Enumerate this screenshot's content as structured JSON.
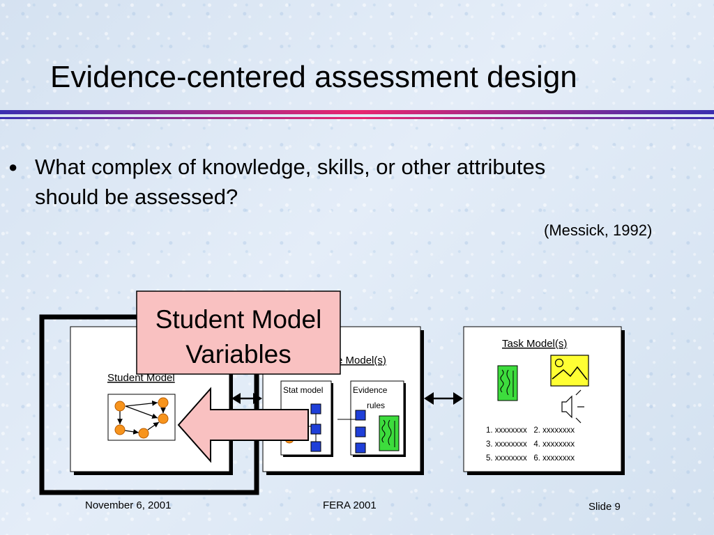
{
  "slide": {
    "title": "Evidence-centered assessment design",
    "bullet": "What complex of knowledge, skills, or other attributes should be assessed?",
    "citation": "(Messick, 1992)"
  },
  "diagram": {
    "student_model_title": "Student Model",
    "evidence_model_title": "Evidence Model(s)",
    "evidence_model_visible": "e Model(s)",
    "stat_model_label": "Stat model",
    "evidence_rules_line1": "Evidence",
    "evidence_rules_line2": "rules",
    "task_model_title": "Task Model(s)",
    "task_list": [
      "1. xxxxxxxx   2. xxxxxxxx",
      "3. xxxxxxxx   4. xxxxxxxx",
      "5. xxxxxxxx   6. xxxxxxxx"
    ],
    "callout_line1": "Student Model",
    "callout_line2": "Variables",
    "icons": [
      "document-icon",
      "picture-icon",
      "speaker-icon",
      "arrow-left-icon",
      "double-arrow-icon"
    ],
    "colors": {
      "callout_fill": "#f9c1c1",
      "node_orange": "#f7941d",
      "node_blue": "#1f3fd8",
      "doc_green": "#3ddc3d",
      "picture_yellow": "#ffff33",
      "title_rule_magenta": "#e8266f",
      "title_rule_blue": "#2f32b8"
    }
  },
  "footer": {
    "date": "November 6, 2001",
    "conference": "FERA 2001",
    "slide_number": "Slide 9"
  }
}
